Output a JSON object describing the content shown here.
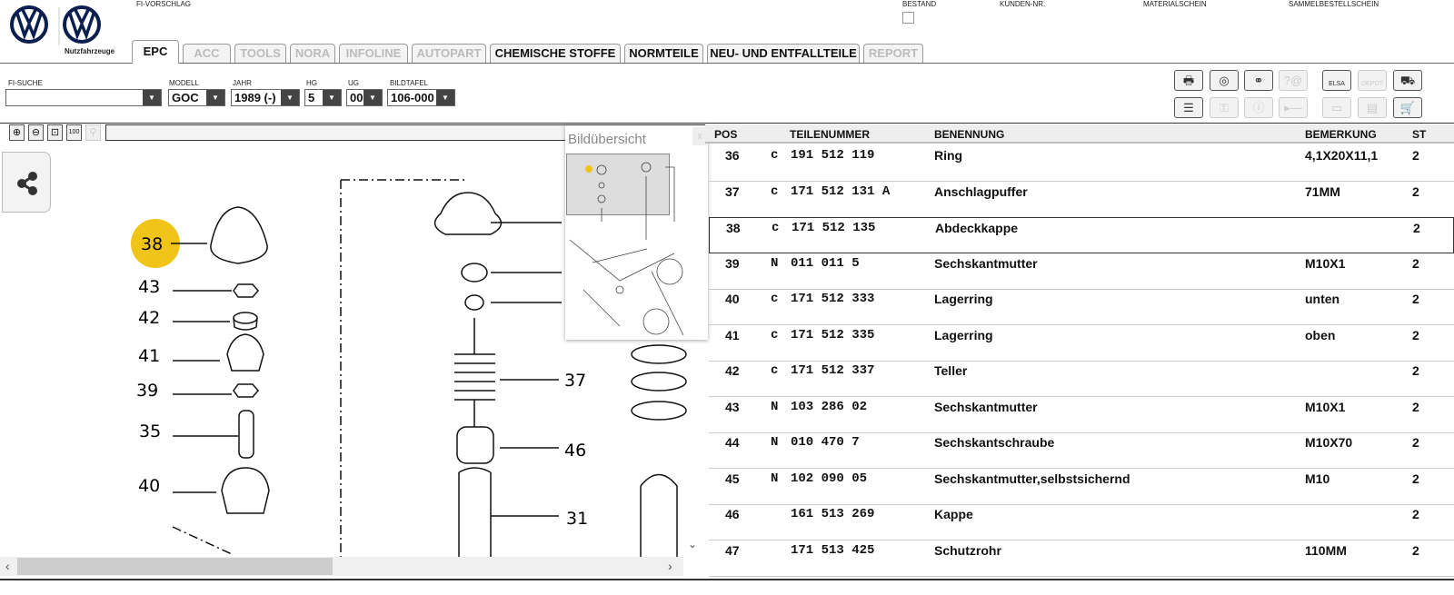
{
  "header": {
    "brand": "Nutzfahrzeuge",
    "fi_vorschlag": "FI-VORSCHLAG",
    "bestand": "BESTAND",
    "kunden_nr": "KUNDEN-NR.",
    "materialschein": "MATERIALSCHEIN",
    "sammelbestellschein": "SAMMELBESTELLSCHEIN"
  },
  "tabs": [
    "EPC",
    "ACC",
    "TOOLS",
    "NORA",
    "INFOLINE",
    "AUTOPART",
    "CHEMISCHE STOFFE",
    "NORMTEILE",
    "NEU- UND ENTFALLTEILE",
    "REPORT"
  ],
  "filters": {
    "fi_suche": {
      "label": "FI-SUCHE",
      "value": ""
    },
    "modell": {
      "label": "MODELL",
      "value": "GOC"
    },
    "jahr": {
      "label": "JAHR",
      "value": "1989 (-)"
    },
    "hg": {
      "label": "HG",
      "value": "5"
    },
    "ug": {
      "label": "UG",
      "value": "00"
    },
    "bildtafel": {
      "label": "BILDTAFEL",
      "value": "106-000"
    }
  },
  "toolbar": {
    "elsa": "ELSA",
    "depot": "DEPOT",
    "help": "?@"
  },
  "overview": {
    "title": "Bildübersicht",
    "close": "x"
  },
  "drawing": {
    "labels": [
      "38",
      "43",
      "42",
      "41",
      "39",
      "35",
      "40",
      "37",
      "46",
      "31"
    ],
    "highlight": "38",
    "highlight_color": "#f0c419"
  },
  "table": {
    "headers": {
      "pos": "POS",
      "teilenummer": "TEILENUMMER",
      "benennung": "BENENNUNG",
      "bemerkung": "BEMERKUNG",
      "st": "ST"
    },
    "rows": [
      {
        "pos": "36",
        "flag": "c",
        "nr": "191 512 119",
        "name": "Ring",
        "remark": "4,1X20X11,1",
        "st": "2"
      },
      {
        "pos": "37",
        "flag": "c",
        "nr": "171 512 131 A",
        "name": "Anschlagpuffer",
        "remark": "71MM",
        "st": "2"
      },
      {
        "pos": "38",
        "flag": "c",
        "nr": "171 512 135",
        "name": "Abdeckkappe",
        "remark": "",
        "st": "2",
        "selected": true
      },
      {
        "pos": "39",
        "flag": "N",
        "nr": "011 011 5",
        "name": "Sechskantmutter",
        "remark": "M10X1",
        "st": "2"
      },
      {
        "pos": "40",
        "flag": "c",
        "nr": "171 512 333",
        "name": "Lagerring",
        "remark": "unten",
        "st": "2"
      },
      {
        "pos": "41",
        "flag": "c",
        "nr": "171 512 335",
        "name": "Lagerring",
        "remark": "oben",
        "st": "2"
      },
      {
        "pos": "42",
        "flag": "c",
        "nr": "171 512 337",
        "name": "Teller",
        "remark": "",
        "st": "2"
      },
      {
        "pos": "43",
        "flag": "N",
        "nr": "103 286 02",
        "name": "Sechskantmutter",
        "remark": "M10X1",
        "st": "2"
      },
      {
        "pos": "44",
        "flag": "N",
        "nr": "010 470 7",
        "name": "Sechskantschraube",
        "remark": "M10X70",
        "st": "2"
      },
      {
        "pos": "45",
        "flag": "N",
        "nr": "102 090 05",
        "name": "Sechskantmutter,selbstsichernd",
        "remark": "M10",
        "st": "2"
      },
      {
        "pos": "46",
        "flag": "",
        "nr": "161 513 269",
        "name": "Kappe",
        "remark": "",
        "st": "2"
      },
      {
        "pos": "47",
        "flag": "",
        "nr": "171 513 425",
        "name": "Schutzrohr",
        "remark": "110MM",
        "st": "2"
      }
    ]
  }
}
